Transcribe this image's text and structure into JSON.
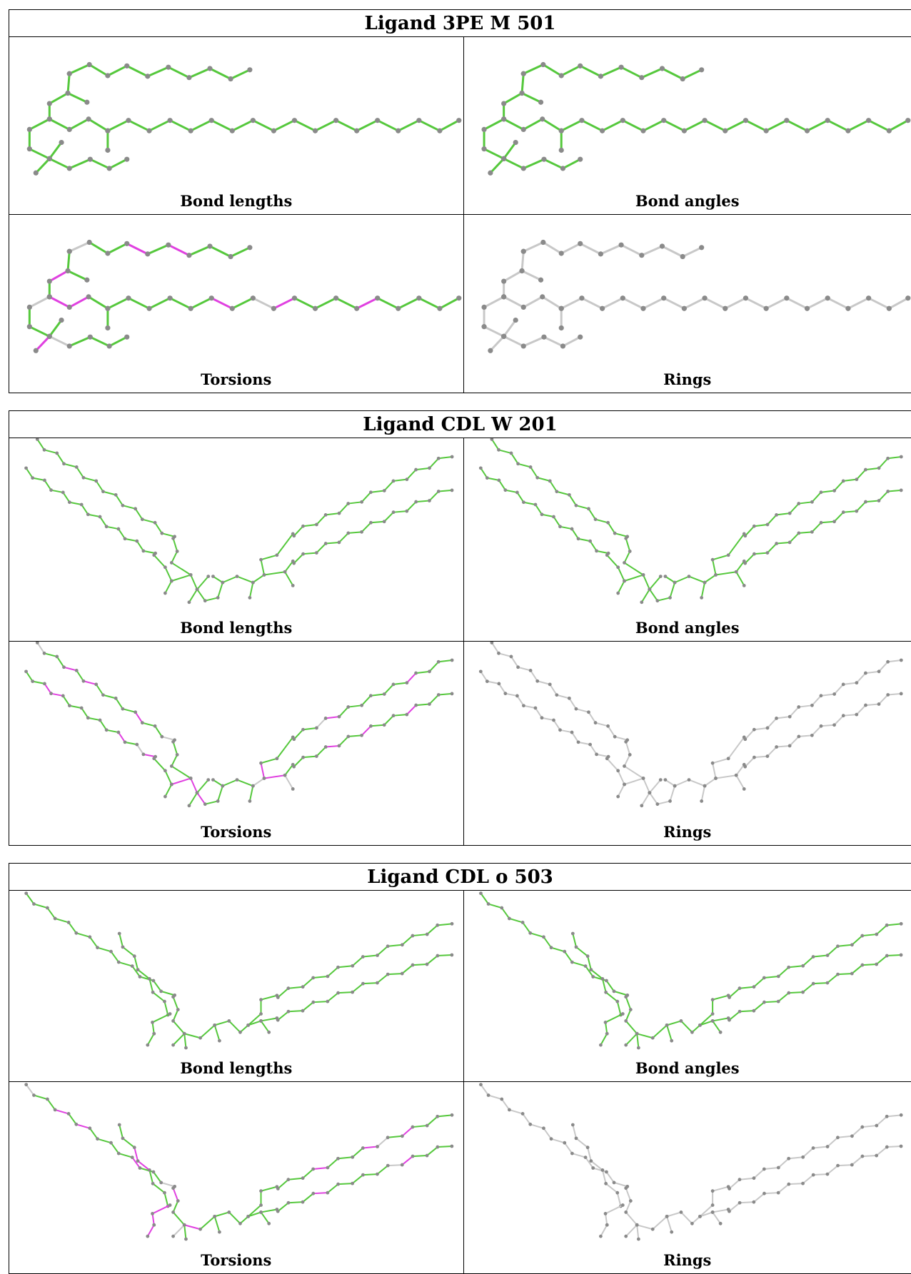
{
  "colors": {
    "ok": "#55c83c",
    "outlier": "#e040e0",
    "none": "#c8c8c8",
    "atom": "#8a8a8a",
    "border": "#000000"
  },
  "ligands": [
    {
      "title": "Ligand 3PE M 501",
      "molecule": "3PE",
      "panels": [
        {
          "label": "Bond lengths",
          "style": "ok"
        },
        {
          "label": "Bond angles",
          "style": "ok"
        },
        {
          "label": "Torsions",
          "style": "torsion"
        },
        {
          "label": "Rings",
          "style": "none"
        }
      ]
    },
    {
      "title": "Ligand CDL W 201",
      "molecule": "CDL1",
      "panels": [
        {
          "label": "Bond lengths",
          "style": "ok"
        },
        {
          "label": "Bond angles",
          "style": "ok"
        },
        {
          "label": "Torsions",
          "style": "torsion"
        },
        {
          "label": "Rings",
          "style": "none"
        }
      ]
    },
    {
      "title": "Ligand CDL o 503",
      "molecule": "CDL2",
      "panels": [
        {
          "label": "Bond lengths",
          "style": "ok"
        },
        {
          "label": "Bond angles",
          "style": "ok"
        },
        {
          "label": "Torsions",
          "style": "torsion"
        },
        {
          "label": "Rings",
          "style": "none"
        }
      ]
    }
  ]
}
